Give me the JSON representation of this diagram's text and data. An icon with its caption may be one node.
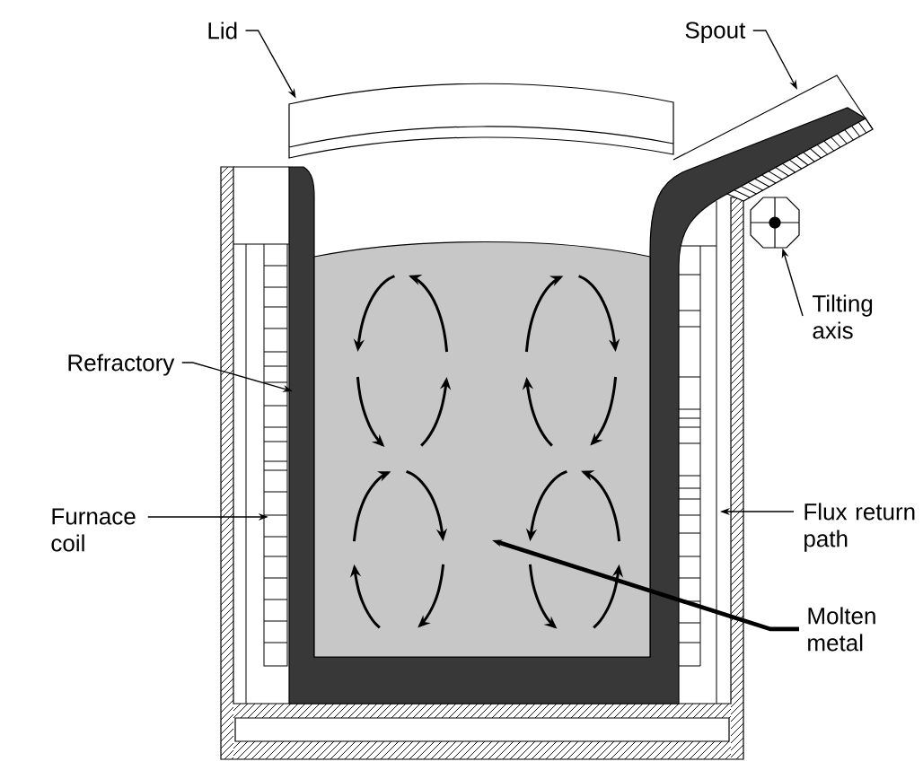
{
  "diagram": {
    "nodes": [
      {
        "text": [
          "Lid"
        ]
      },
      {
        "text": [
          "Spout"
        ]
      },
      {
        "text": [],
        "shape": "box"
      },
      {
        "text": [],
        "shape": "octagon"
      },
      {
        "text": [
          "Tilting axis"
        ]
      },
      {
        "text": [
          "Refractory"
        ]
      },
      {
        "text": [
          "Furnace coil"
        ]
      },
      {
        "text": [
          "Flux return path"
        ]
      },
      {
        "text": [
          "Molten metal"
        ]
      }
    ],
    "edges": [
      {
        "from": 0,
        "to": 2,
        "arrow": "to"
      },
      {
        "from": 1,
        "to": null,
        "arrow": "to"
      },
      {
        "from": 4,
        "to": 3,
        "arrow": "to"
      },
      {
        "from": 5,
        "to": null,
        "arrow": "to"
      },
      {
        "from": 6,
        "to": null,
        "arrow": "to"
      },
      {
        "from": 7,
        "to": null,
        "arrow": "to"
      },
      {
        "from": 8,
        "to": null,
        "arrow": "to",
        "style": "thick"
      }
    ]
  }
}
